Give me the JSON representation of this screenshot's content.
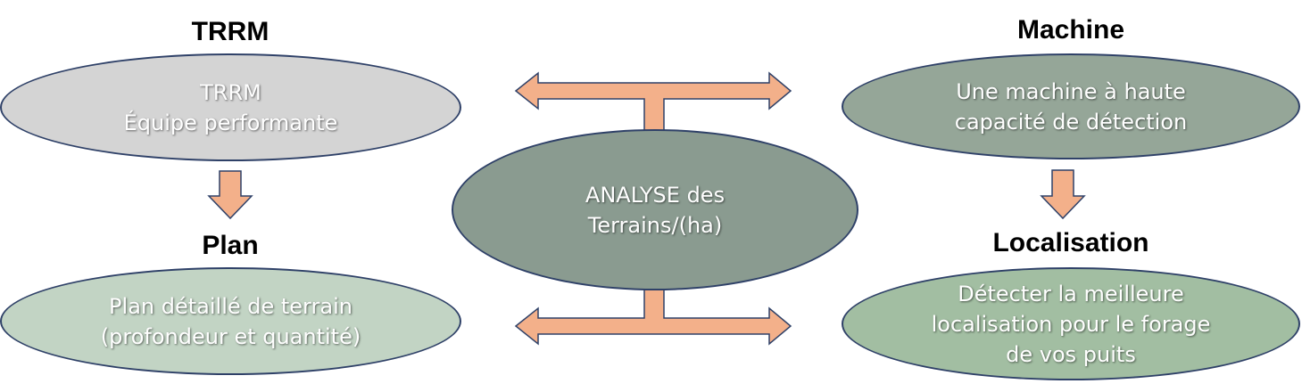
{
  "nodes": {
    "trrm": {
      "heading": "TRRM",
      "line1": "TRRM",
      "line2": "Équipe performante",
      "fill": "#d4d4d4"
    },
    "plan": {
      "heading": "Plan",
      "line1": "Plan détaillé de terrain",
      "line2": "(profondeur et quantité)",
      "fill": "#c2d4c4"
    },
    "center": {
      "line1": "ANALYSE des",
      "line2": "Terrains/(ha)",
      "fill": "#8a9b90"
    },
    "machine": {
      "heading": "Machine",
      "line1": "Une machine à haute",
      "line2": "capacité de détection",
      "fill": "#95a698"
    },
    "localisation": {
      "heading": "Localisation",
      "line1": "Détecter la meilleure",
      "line2": "localisation pour le forage",
      "line3": "de vos puits",
      "fill": "#a2bea2"
    }
  },
  "colors": {
    "arrow_fill": "#f3b08a",
    "arrow_stroke": "#2f4168",
    "ellipse_border": "#2f4168"
  }
}
